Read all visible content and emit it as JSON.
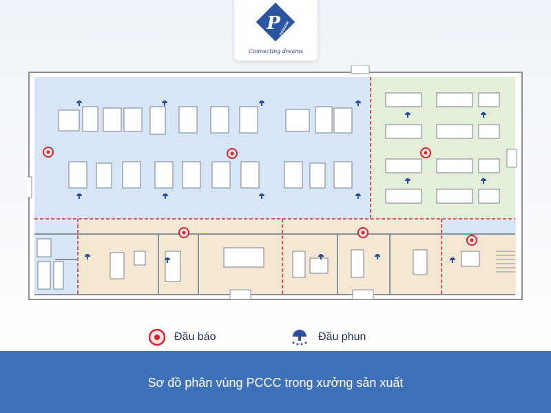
{
  "brand": {
    "name": "POSCOM",
    "letter": "P",
    "tagline": "Connecting dreams",
    "color": "#2a55a0"
  },
  "legend": [
    {
      "icon": "alarm-head-icon",
      "label": "Đầu báo",
      "color": "#d6222a"
    },
    {
      "icon": "sprinkler-head-icon",
      "label": "Đầu phun",
      "color": "#2a4fa0"
    }
  ],
  "caption": "Sơ đồ phân vùng PCCC trong xưởng sản xuất",
  "zones": [
    {
      "id": "production-zone",
      "color": "#d7e6f6"
    },
    {
      "id": "storage-zone",
      "color": "#e3efd9"
    },
    {
      "id": "office-zone",
      "color": "#f4e7d4"
    },
    {
      "id": "restroom-zone",
      "color": "#d7e6f6"
    }
  ],
  "boundary_color": "#d6222a"
}
